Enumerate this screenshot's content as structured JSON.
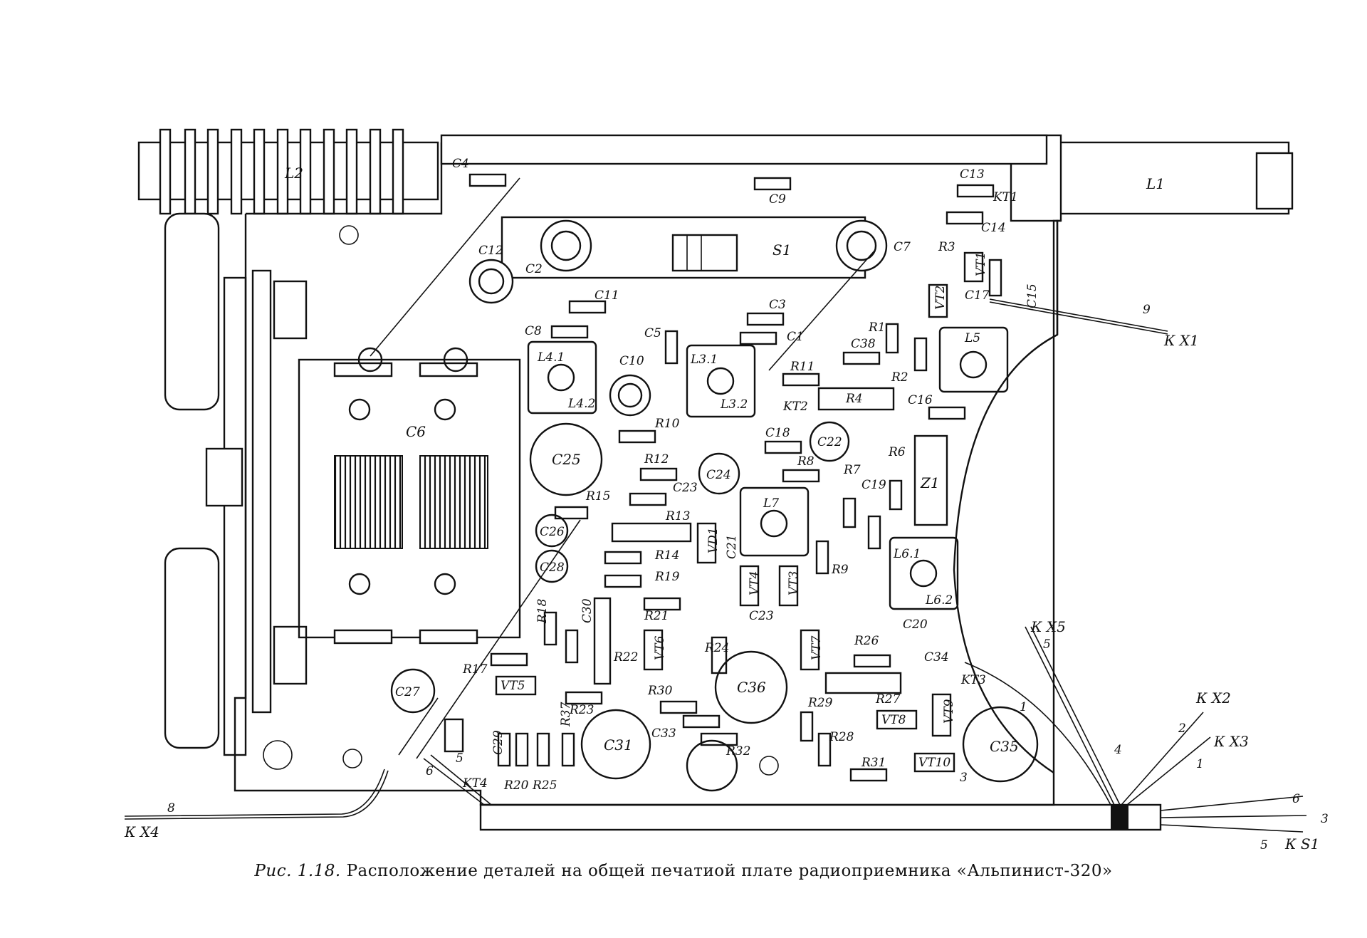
{
  "caption": {
    "figure_ref": "Рис. 1.18.",
    "text": "Расположение деталей на общей печатиой плате радиоприемника «Альпинист-320»"
  },
  "components": {
    "L2": "L2",
    "L1": "L1",
    "S1": "S1",
    "C6": "C6",
    "C4": "C4",
    "C9": "C9",
    "C13": "C13",
    "KT1": "KT1",
    "C14": "C14",
    "R3": "R3",
    "C12": "C12",
    "C2": "C2",
    "C7": "C7",
    "C11": "C11",
    "C3": "C3",
    "C1": "C1",
    "C8": "C8",
    "C5": "C5",
    "VT1": "VT1",
    "C17": "C17",
    "C15": "C15",
    "VT2": "VT2",
    "R1": "R1",
    "C38": "C38",
    "R2": "R2",
    "L5": "L5",
    "R11": "R11",
    "L4_1": "L4.1",
    "L4_2": "L4.2",
    "C10": "C10",
    "L3_1": "L3.1",
    "L3_2": "L3.2",
    "KT2": "KT2",
    "R4": "R4",
    "C16": "C16",
    "C25": "C25",
    "R10": "R10",
    "R12": "R12",
    "C23a": "C23",
    "C24": "C24",
    "C18": "C18",
    "R8": "R8",
    "C22": "C22",
    "R6": "R6",
    "Z1": "Z1",
    "R7": "R7",
    "C19": "C19",
    "R15": "R15",
    "R13": "R13",
    "C26": "C26",
    "VD1": "VD1",
    "C21": "C21",
    "L7": "L7",
    "R14": "R14",
    "R19": "R19",
    "C28": "C28",
    "R9": "R9",
    "L6_1": "L6.1",
    "L6_2": "L6.2",
    "VT4": "VT4",
    "VT3": "VT3",
    "R18": "R18",
    "C30": "C30",
    "R21": "R21",
    "C23b": "C23",
    "C20": "C20",
    "R22": "R22",
    "VT6": "VT6",
    "R24": "R24",
    "VT7": "VT7",
    "R26": "R26",
    "C34": "C34",
    "R17": "R17",
    "C27": "C27",
    "VT5": "VT5",
    "C36": "C36",
    "R27": "R27",
    "KT3": "KT3",
    "VT9": "VT9",
    "R30": "R30",
    "R23": "R23",
    "R29": "R29",
    "VT8": "VT8",
    "R37": "R37",
    "C33": "C33",
    "C31": "C31",
    "R32": "R32",
    "R28": "R28",
    "C35": "C35",
    "C29": "C29",
    "R20": "R20",
    "R25": "R25",
    "KT4": "KT4",
    "R31": "R31",
    "VT10": "VT10"
  },
  "connectors": {
    "KX1": "К Х1",
    "KX2": "К Х2",
    "KX3": "К Х3",
    "KX4": "К Х4",
    "KX5": "К Х5",
    "KS1": "К S1"
  },
  "wires": {
    "w9": "9",
    "w8": "8",
    "w5a": "5",
    "w5b": "5",
    "w6a": "6",
    "w4": "4",
    "w2": "2",
    "w1a": "1",
    "w1b": "1",
    "w3a": "3",
    "w3b": "3",
    "w6b": "6",
    "w5c": "5"
  }
}
